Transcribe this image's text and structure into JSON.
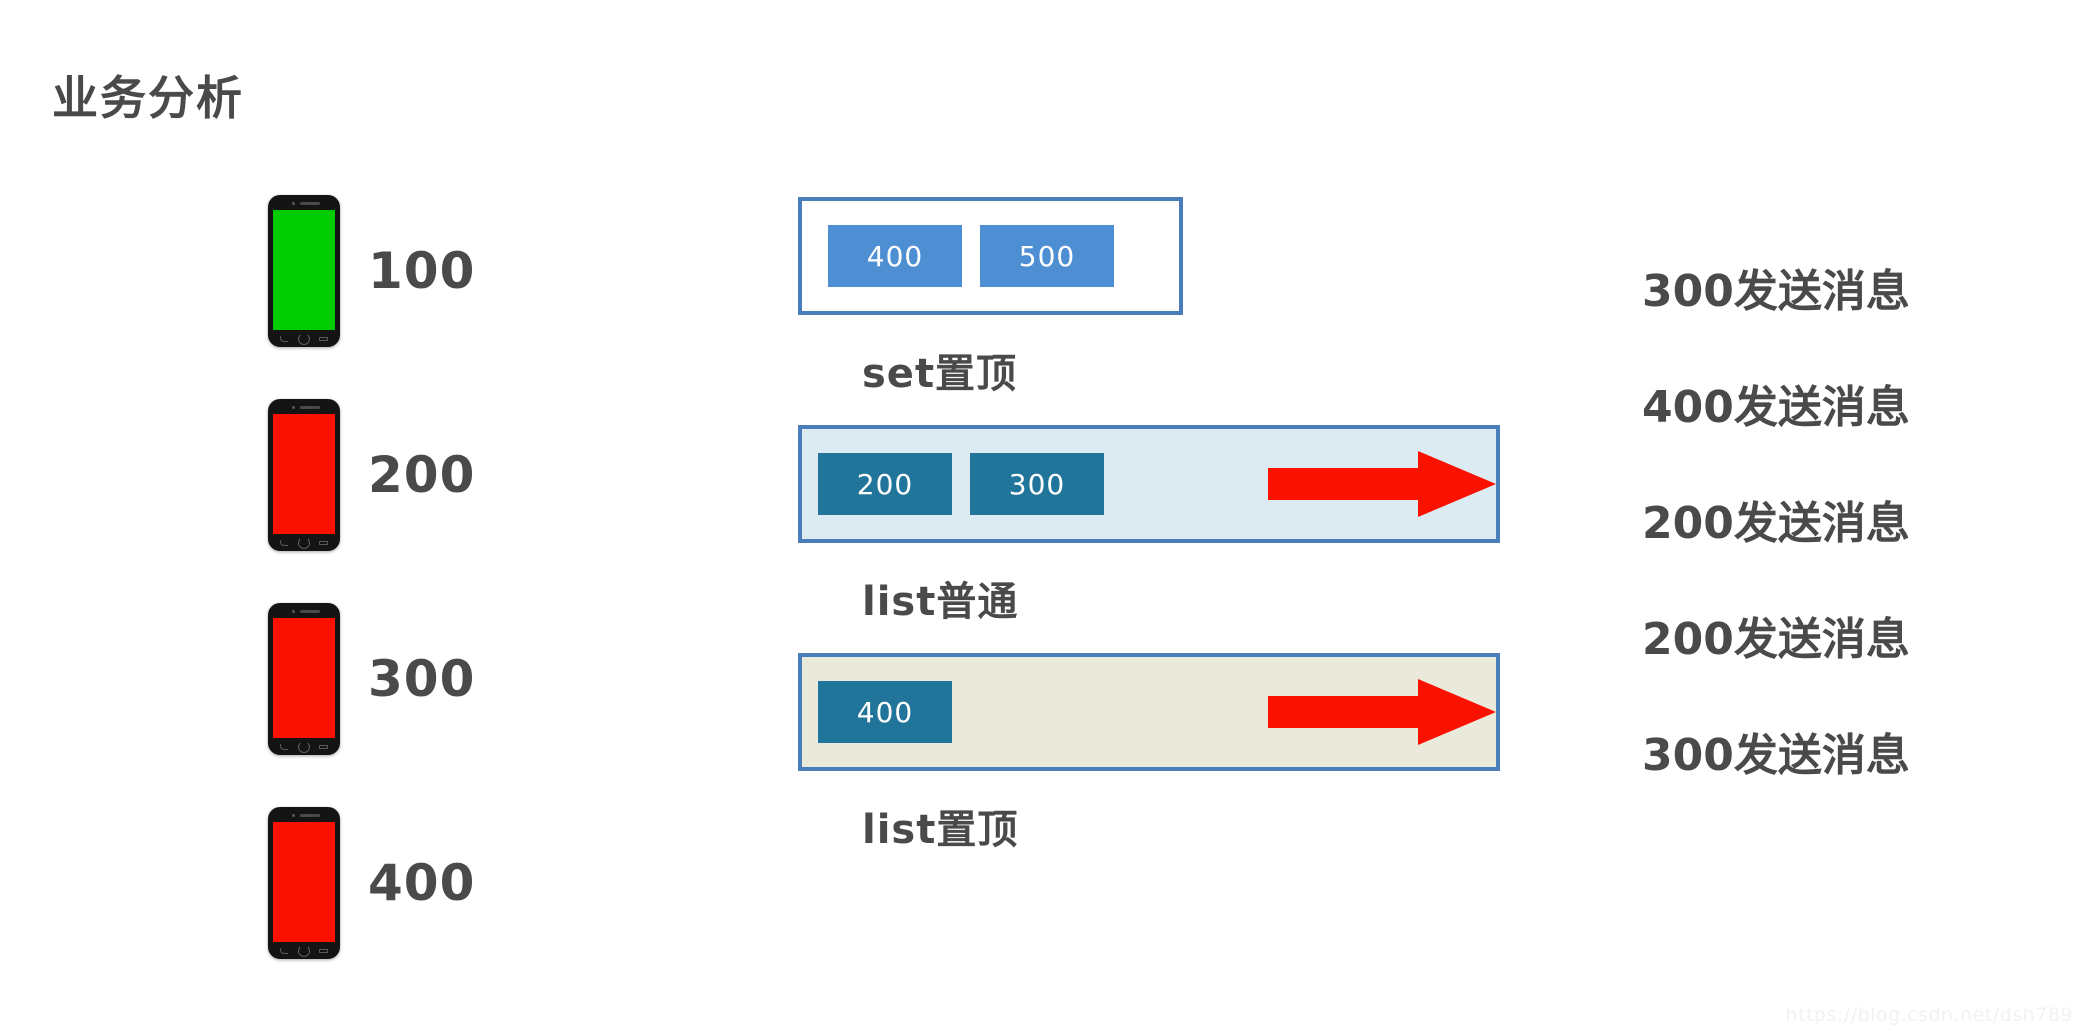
{
  "page": {
    "title": "业务分析",
    "background": "#ffffff",
    "watermark": "https://blog.csdn.net/dsh789"
  },
  "colors": {
    "text_gray": "#4a4a4a",
    "phone_body": "#141414",
    "screen_green": "#00cc00",
    "screen_red": "#fb1100",
    "cell_blue": "#4e8fd4",
    "cell_teal": "#21759a",
    "box_border": "#4a7ebb",
    "box_bg_white": "#ffffff",
    "box_bg_lightblue": "#dcebf2",
    "box_bg_beige": "#e9eadb",
    "arrow_red": "#fb1100"
  },
  "phones": [
    {
      "value": "100",
      "screen": "green",
      "status": "online"
    },
    {
      "value": "200",
      "screen": "red",
      "status": "offline"
    },
    {
      "value": "300",
      "screen": "red",
      "status": "offline"
    },
    {
      "value": "400",
      "screen": "red",
      "status": "offline"
    }
  ],
  "diagram": {
    "groups": [
      {
        "id": "set-top",
        "caption": "set置顶",
        "bg": "white",
        "cells": [
          {
            "value": "400"
          },
          {
            "value": "500"
          }
        ],
        "has_arrow": false
      },
      {
        "id": "list-normal",
        "caption": "list普通",
        "bg": "lightblue",
        "cells": [
          {
            "value": "200"
          },
          {
            "value": "300"
          }
        ],
        "has_arrow": true
      },
      {
        "id": "list-top",
        "caption": "list置顶",
        "bg": "beige",
        "cells": [
          {
            "value": "400"
          }
        ],
        "has_arrow": true
      }
    ]
  },
  "messages": [
    {
      "text": "300发送消息"
    },
    {
      "text": "400发送消息"
    },
    {
      "text": "200发送消息"
    },
    {
      "text": "200发送消息"
    },
    {
      "text": "300发送消息"
    }
  ]
}
